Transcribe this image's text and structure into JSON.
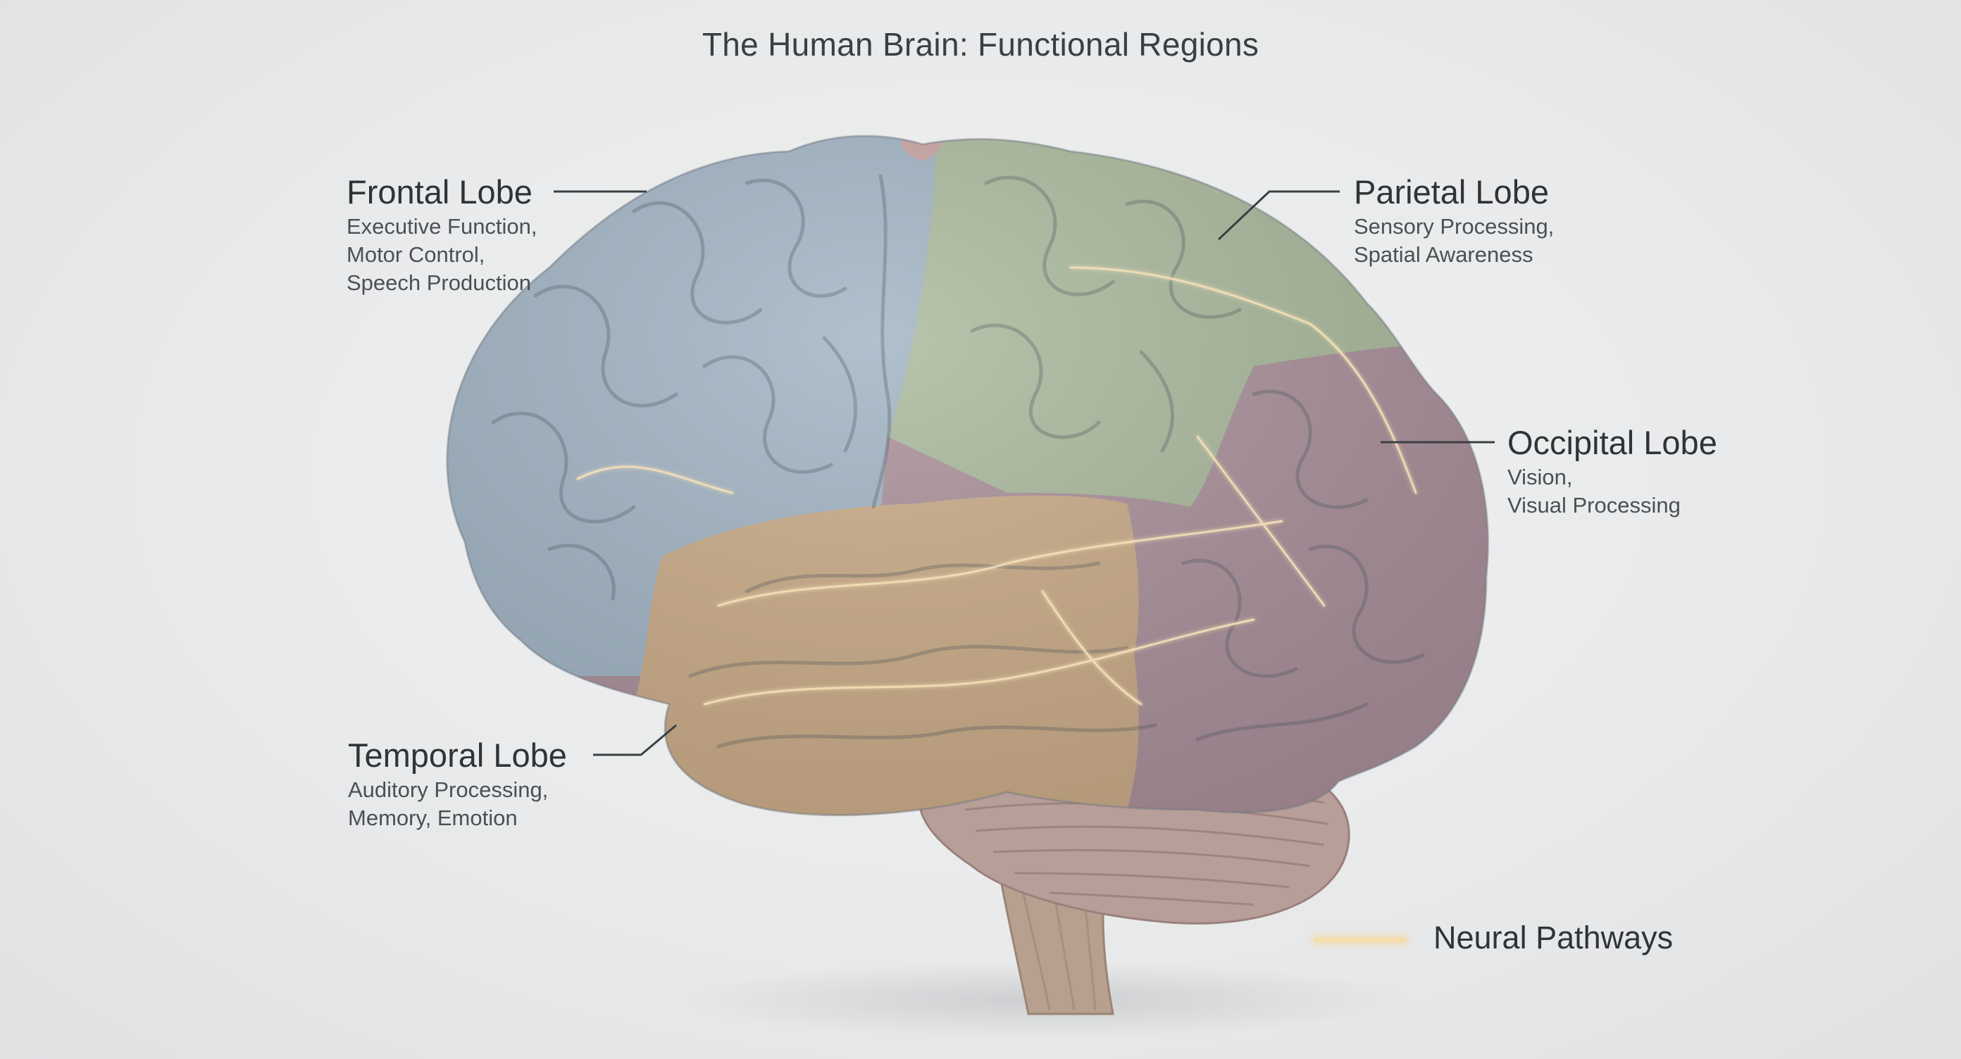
{
  "title": "The Human Brain: Functional Regions",
  "colors": {
    "frontal": "#9fb2c2",
    "parietal": "#a9b89b",
    "occipital": "#a98f99",
    "temporal": "#c9aa86",
    "cerebellum": "#b89e98",
    "brainstem": "#b79f8e",
    "pathways": "#f5e1b8",
    "leader_line": "#3a3f43"
  },
  "regions": [
    {
      "id": "frontal",
      "name": "Frontal Lobe",
      "desc": [
        "Executive Function,",
        "Motor Control,",
        "Speech Production"
      ]
    },
    {
      "id": "parietal",
      "name": "Parietal Lobe",
      "desc": [
        "Sensory Processing,",
        "Spatial Awareness"
      ]
    },
    {
      "id": "occipital",
      "name": "Occipital Lobe",
      "desc": [
        "Vision,",
        "Visual Processing"
      ]
    },
    {
      "id": "temporal",
      "name": "Temporal Lobe",
      "desc": [
        "Auditory Processing,",
        "Memory, Emotion"
      ]
    }
  ],
  "legend": {
    "label": "Neural Pathways",
    "icon": "glowing-line"
  }
}
